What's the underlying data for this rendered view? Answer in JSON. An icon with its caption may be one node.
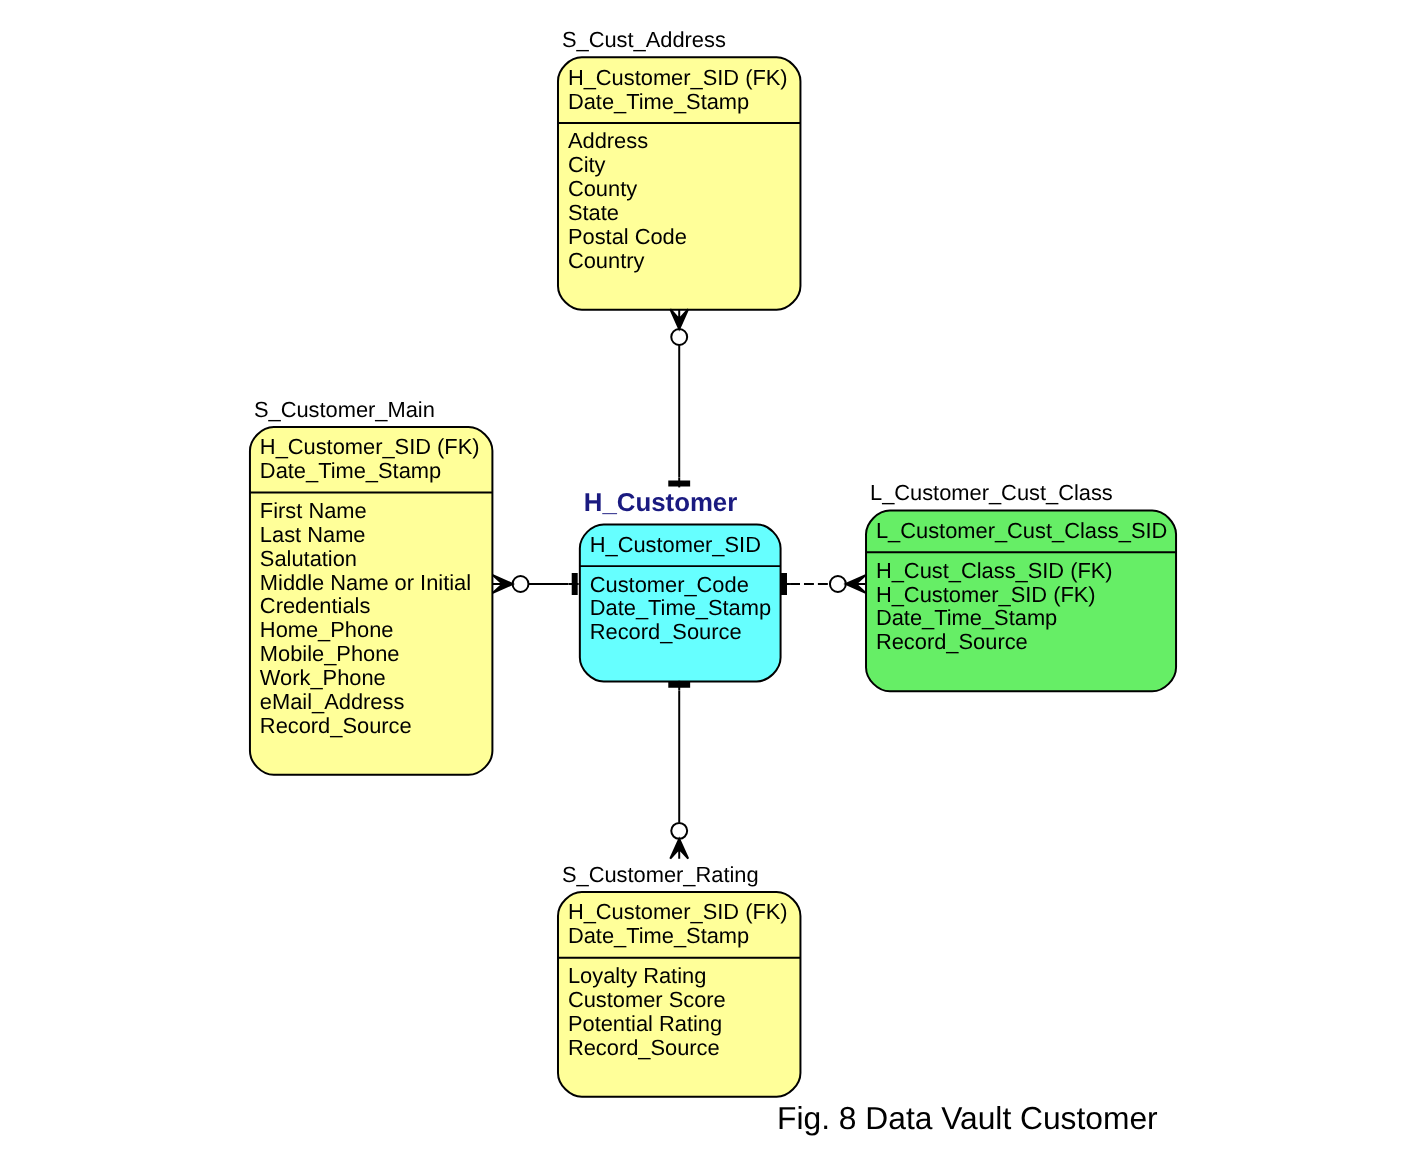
{
  "diagram": {
    "caption": "Fig. 8 Data Vault Customer",
    "nodes": [
      {
        "text": [
          "S_Cust_Address",
          "H_Customer_SID (FK)",
          "Date_Time_Stamp",
          "Address",
          "City",
          "County",
          "State",
          "Postal Code",
          "Country"
        ]
      },
      {
        "text": [
          "S_Customer_Main",
          "H_Customer_SID (FK)",
          "Date_Time_Stamp",
          "First Name",
          "Last Name",
          "Salutation",
          "Middle Name or Initial",
          "Credentials",
          "Home_Phone",
          "Mobile_Phone",
          "Work_Phone",
          "eMail_Address",
          "Record_Source"
        ]
      },
      {
        "text": [
          "H_Customer",
          "H_Customer_SID",
          "Customer_Code",
          "Date_Time_Stamp",
          "Record_Source"
        ]
      },
      {
        "text": [
          "L_Customer_Cust_Class",
          "L_Customer_Cust_Class_SID",
          "H_Cust_Class_SID (FK)",
          "H_Customer_SID (FK)",
          "Date_Time_Stamp",
          "Record_Source"
        ]
      },
      {
        "text": [
          "S_Customer_Rating",
          "H_Customer_SID (FK)",
          "Date_Time_Stamp",
          "Loyalty Rating",
          "Customer Score",
          "Potential Rating",
          "Record_Source"
        ]
      }
    ],
    "edges": [
      {
        "from": 0,
        "to": 2,
        "arrow": "other"
      },
      {
        "from": 1,
        "to": 2,
        "arrow": "other"
      },
      {
        "from": 2,
        "to": 3,
        "arrow": "other",
        "style": "dashed"
      },
      {
        "from": 2,
        "to": 4,
        "arrow": "other"
      }
    ]
  }
}
